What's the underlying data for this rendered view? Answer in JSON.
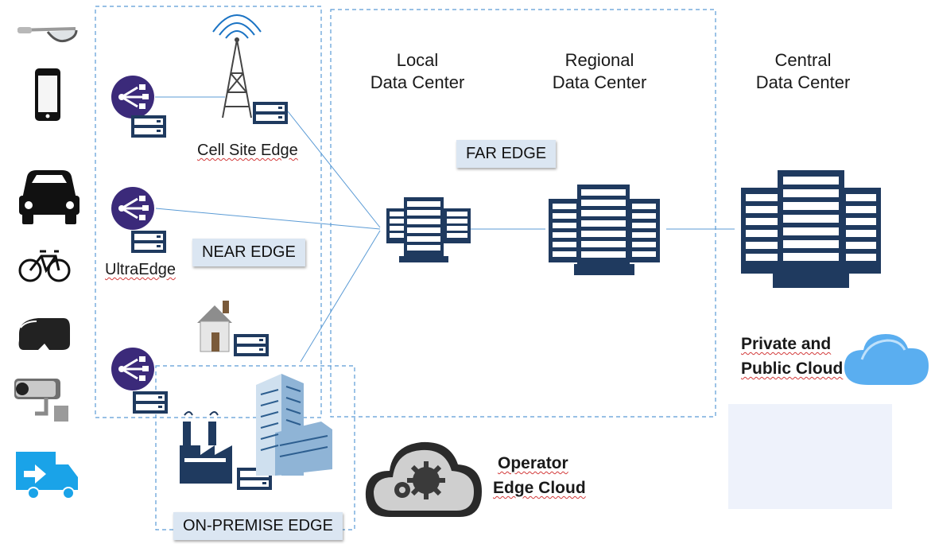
{
  "datacenters": {
    "local": {
      "line1": "Local",
      "line2": "Data Center"
    },
    "regional": {
      "line1": "Regional",
      "line2": "Data Center"
    },
    "central": {
      "line1": "Central",
      "line2": "Data Center"
    }
  },
  "tags": {
    "far_edge": "FAR EDGE",
    "near_edge": "NEAR EDGE",
    "on_premise_edge": "ON-PREMISE EDGE"
  },
  "labels": {
    "cell_site_edge": "Cell Site Edge",
    "ultra_edge": "UltraEdge",
    "private_cloud_line1": "Private and",
    "private_cloud_line2": "Public Cloud",
    "operator_line1": "Operator",
    "operator_line2": "Edge Cloud"
  },
  "colors": {
    "dashed_border": "#5b9bd5",
    "connector": "#5b9bd5",
    "server_navy": "#1f3a5f",
    "router_purple": "#3b2a7a",
    "tag_bg": "#dbe6f2",
    "truck_blue": "#1aa3e8",
    "cloud_blue": "#5aaef0"
  },
  "icons": {
    "devices": [
      "smart-glasses-icon",
      "smartphone-icon",
      "car-icon",
      "bicycle-icon",
      "vr-headset-icon",
      "security-camera-icon",
      "delivery-truck-icon"
    ],
    "edge_nodes": [
      "router-icon",
      "cell-tower-icon",
      "house-icon",
      "factory-icon",
      "office-building-icon",
      "gear-cloud-icon",
      "cloud-icon"
    ]
  }
}
